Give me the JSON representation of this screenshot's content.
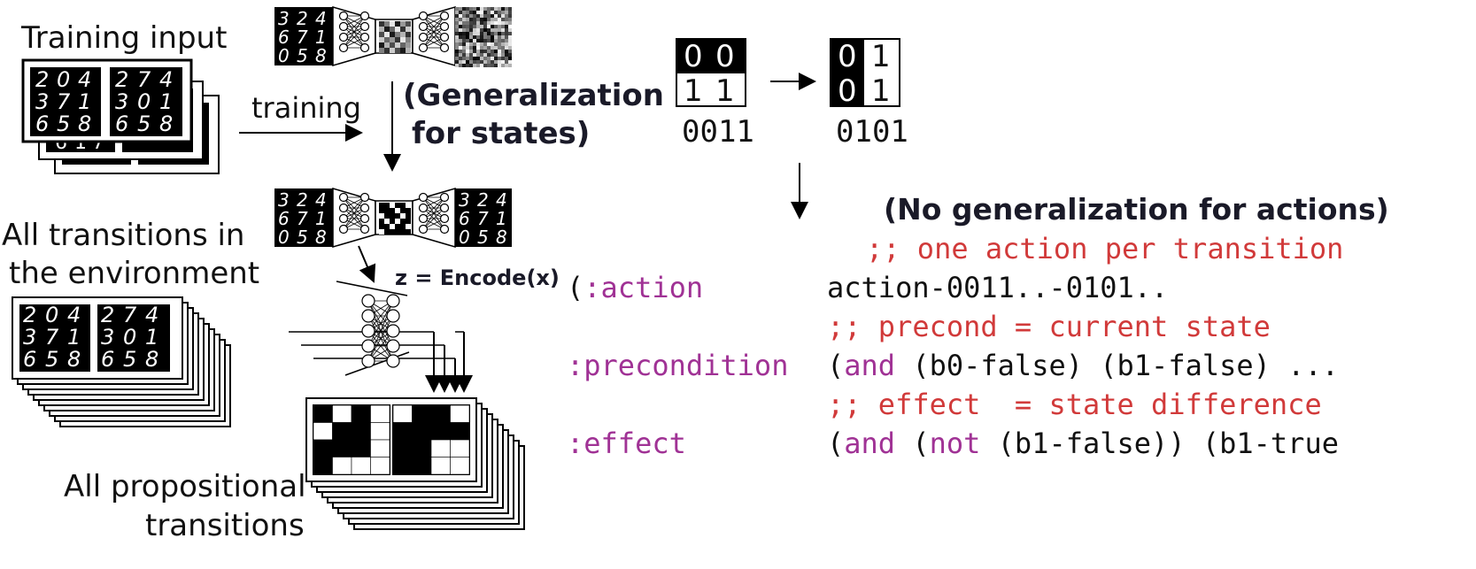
{
  "labels": {
    "training_input": "Training input",
    "training": "training",
    "generalization_states_1": "(Generalization",
    "generalization_states_2": "for states)",
    "all_transitions_1": "All transitions in",
    "all_transitions_2": "the environment",
    "encode": "z = Encode(x)",
    "all_propositional_1": "All propositional",
    "all_propositional_2": "transitions",
    "no_generalization": "(No generalization for actions)"
  },
  "digits": {
    "grid_a": [
      "2",
      "0",
      "4",
      "3",
      "7",
      "1",
      "6",
      "5",
      "8"
    ],
    "grid_b": [
      "2",
      "7",
      "4",
      "3",
      "0",
      "1",
      "6",
      "5",
      "8"
    ],
    "grid_c": [
      "3",
      "2",
      "4",
      "6",
      "7",
      "1",
      "0",
      "5",
      "8"
    ],
    "stack_tail": [
      "6",
      "1",
      "7"
    ]
  },
  "bits": {
    "state_a": {
      "top": [
        "0",
        "0"
      ],
      "bottom": [
        "1",
        "1"
      ],
      "code": "0011"
    },
    "state_b": {
      "top": [
        "0",
        "1"
      ],
      "bottom": [
        "0",
        "1"
      ],
      "code": "0101"
    }
  },
  "pddl": {
    "comment_action": ";; one action per transition",
    "action_kw": "(:action",
    "action_name": "action-0011..-0101..",
    "comment_precond": ";; precond = current state",
    "precond_kw": ":precondition",
    "precond_and": "and",
    "precond_rest": "(b0-false) (b1-false) ...",
    "comment_effect": ";; effect  = state difference",
    "effect_kw": ":effect",
    "effect_and": "and",
    "effect_not": "not",
    "effect_rest_a": "(b1-false))",
    "effect_rest_b": "(b1-true"
  },
  "colors": {
    "comment": "#d13a3a",
    "keyword": "#a03295",
    "text": "#111111"
  }
}
